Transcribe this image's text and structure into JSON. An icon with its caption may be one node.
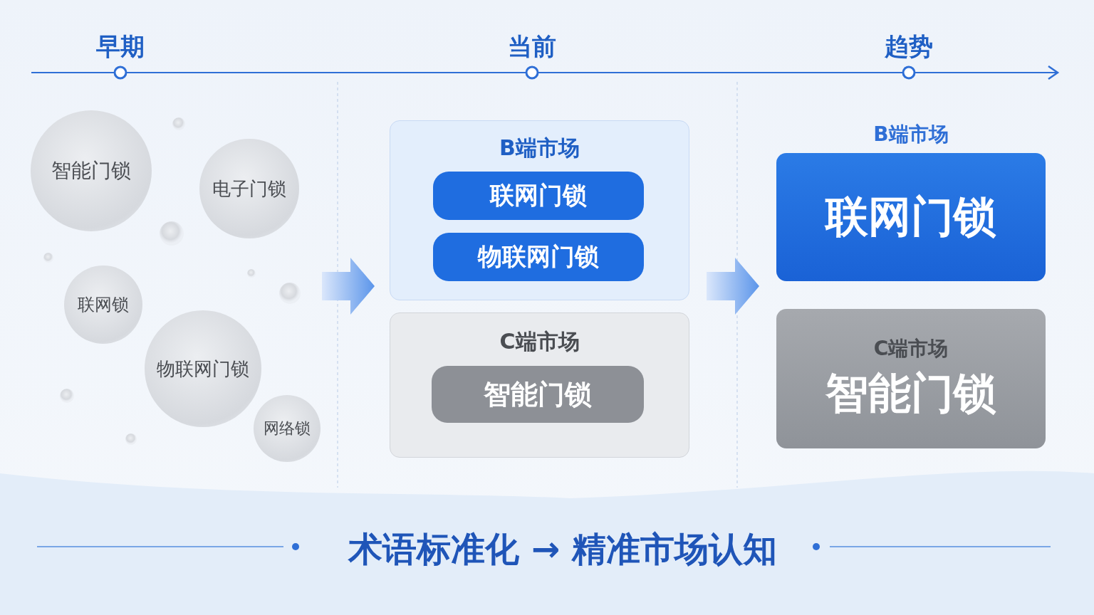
{
  "diagram": {
    "nodes": [
      {
        "text": [
          "智能门锁"
        ]
      },
      {
        "text": [
          "电子门锁"
        ]
      },
      {
        "text": [
          "联网锁"
        ]
      },
      {
        "text": [
          "物联网门锁"
        ]
      },
      {
        "text": [
          "网络锁"
        ]
      },
      {
        "text": [
          "B端市场"
        ]
      },
      {
        "text": [
          "联网门锁"
        ],
        "in": 5
      },
      {
        "text": [
          "物联网门锁"
        ],
        "in": 5
      },
      {
        "text": [
          "C端市场"
        ]
      },
      {
        "text": [
          "智能门锁"
        ],
        "in": 8
      },
      {
        "text": [
          "B端市场",
          "联网门锁"
        ]
      },
      {
        "text": [
          "C端市场",
          "智能门锁"
        ]
      }
    ],
    "labels": [
      "早期",
      "当前",
      "趋势",
      "术语标准化 → 精准市场认知"
    ]
  }
}
